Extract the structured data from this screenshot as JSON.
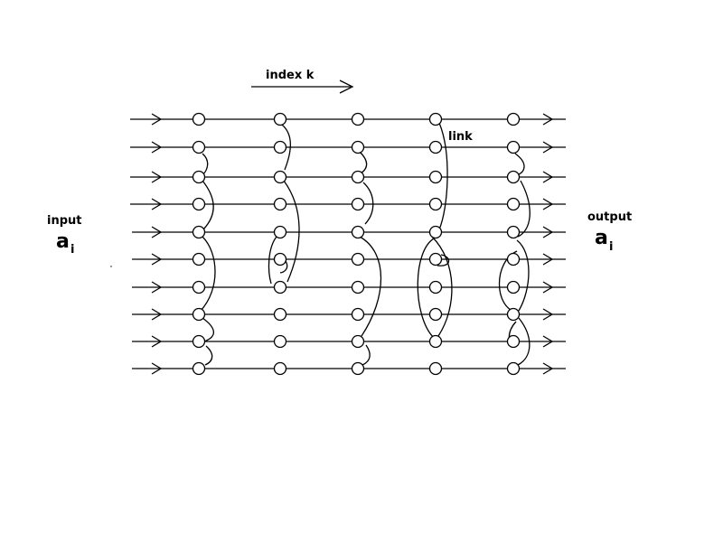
{
  "labels": {
    "index": "index  k",
    "link": "link",
    "input": "input",
    "input_var": "a",
    "input_sub": "i",
    "output": "output",
    "output_var": "a",
    "output_sub": "i"
  },
  "colors": {
    "stroke": "#000000",
    "background": "#ffffff"
  },
  "rows": 10,
  "stages": 5
}
